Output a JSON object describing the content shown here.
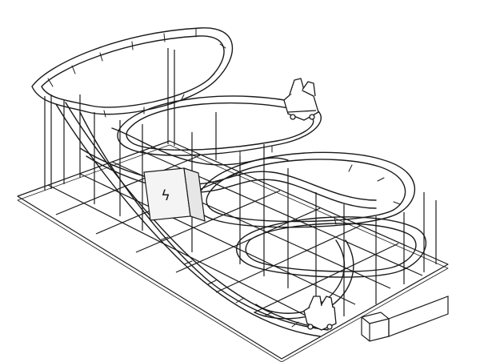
{
  "drawing": {
    "ink_color": "#1a1a1a",
    "paper_color": "#ffffff",
    "electrical_box_symbol": "ϟ"
  },
  "parts": {
    "frame": "base-frame",
    "track": "coaster-track",
    "car_top": "coaster-car",
    "car_bottom": "coaster-car",
    "station": "station-box",
    "electrical": "electrical-cabinet-icon"
  }
}
